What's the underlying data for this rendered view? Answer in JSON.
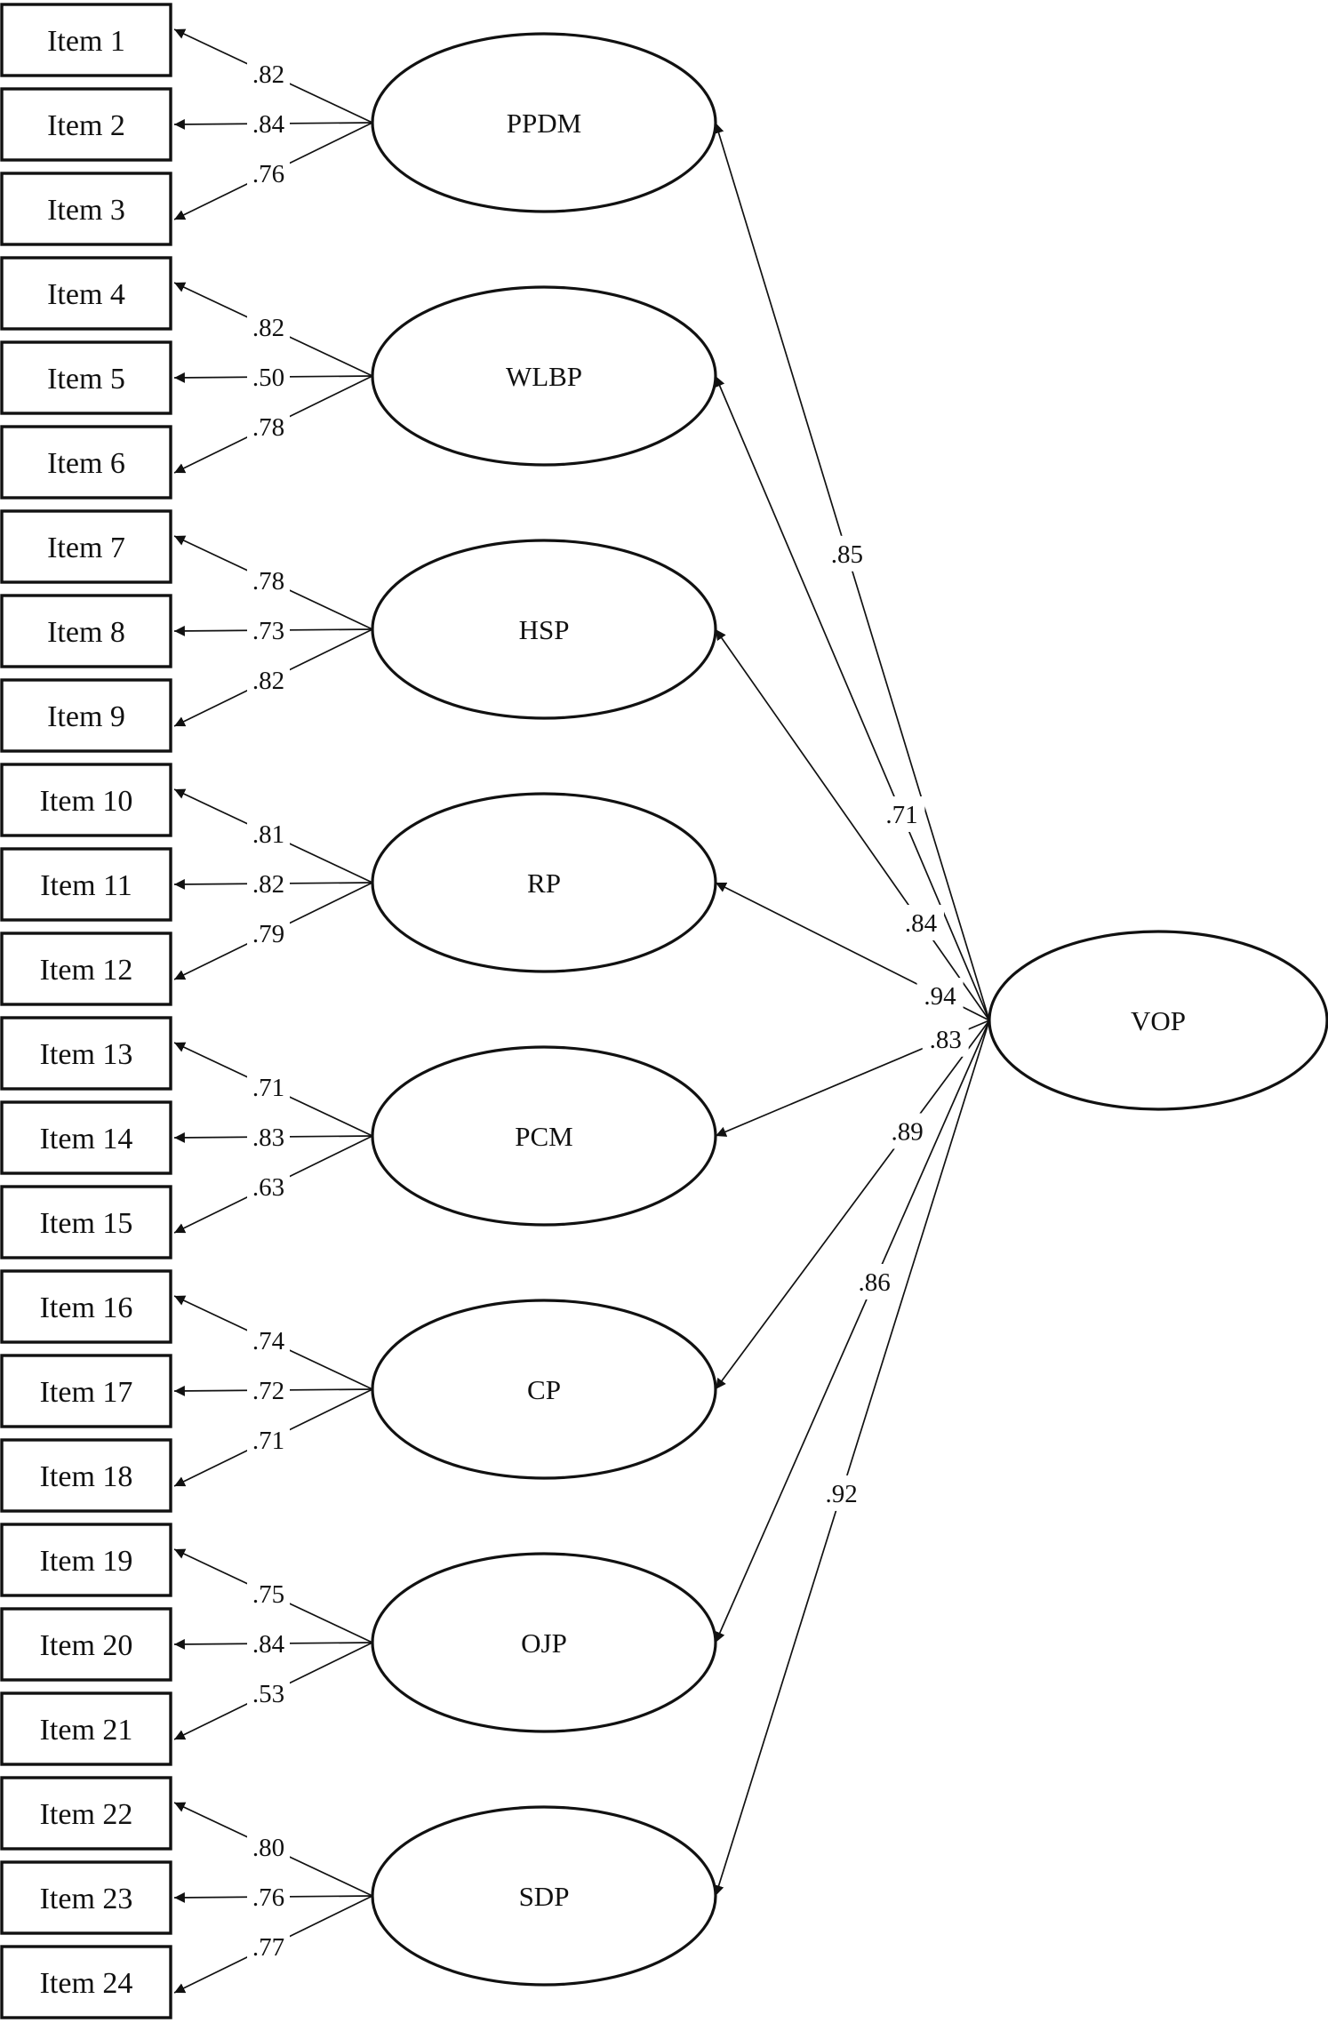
{
  "factors": [
    {
      "label": "PPDM",
      "loading_to_vop": ".85",
      "items": [
        {
          "label": "Item 1",
          "loading": ".82"
        },
        {
          "label": "Item 2",
          "loading": ".84"
        },
        {
          "label": "Item 3",
          "loading": ".76"
        }
      ]
    },
    {
      "label": "WLBP",
      "loading_to_vop": ".71",
      "items": [
        {
          "label": "Item 4",
          "loading": ".82"
        },
        {
          "label": "Item 5",
          "loading": ".50"
        },
        {
          "label": "Item 6",
          "loading": ".78"
        }
      ]
    },
    {
      "label": "HSP",
      "loading_to_vop": ".84",
      "items": [
        {
          "label": "Item 7",
          "loading": ".78"
        },
        {
          "label": "Item 8",
          "loading": ".73"
        },
        {
          "label": "Item 9",
          "loading": ".82"
        }
      ]
    },
    {
      "label": "RP",
      "loading_to_vop": ".94",
      "items": [
        {
          "label": "Item 10",
          "loading": ".81"
        },
        {
          "label": "Item 11",
          "loading": ".82"
        },
        {
          "label": "Item 12",
          "loading": ".79"
        }
      ]
    },
    {
      "label": "PCM",
      "loading_to_vop": ".83",
      "items": [
        {
          "label": "Item 13",
          "loading": ".71"
        },
        {
          "label": "Item 14",
          "loading": ".83"
        },
        {
          "label": "Item 15",
          "loading": ".63"
        }
      ]
    },
    {
      "label": "CP",
      "loading_to_vop": ".89",
      "items": [
        {
          "label": "Item 16",
          "loading": ".74"
        },
        {
          "label": "Item 17",
          "loading": ".72"
        },
        {
          "label": "Item 18",
          "loading": ".71"
        }
      ]
    },
    {
      "label": "OJP",
      "loading_to_vop": ".86",
      "items": [
        {
          "label": "Item 19",
          "loading": ".75"
        },
        {
          "label": "Item 20",
          "loading": ".84"
        },
        {
          "label": "Item 21",
          "loading": ".53"
        }
      ]
    },
    {
      "label": "SDP",
      "loading_to_vop": ".92",
      "items": [
        {
          "label": "Item 22",
          "loading": ".80"
        },
        {
          "label": "Item 23",
          "loading": ".76"
        },
        {
          "label": "Item 24",
          "loading": ".77"
        }
      ]
    }
  ],
  "second_order": {
    "label": "VOP"
  },
  "colors": {
    "ink": "#111111",
    "background": "#ffffff"
  }
}
